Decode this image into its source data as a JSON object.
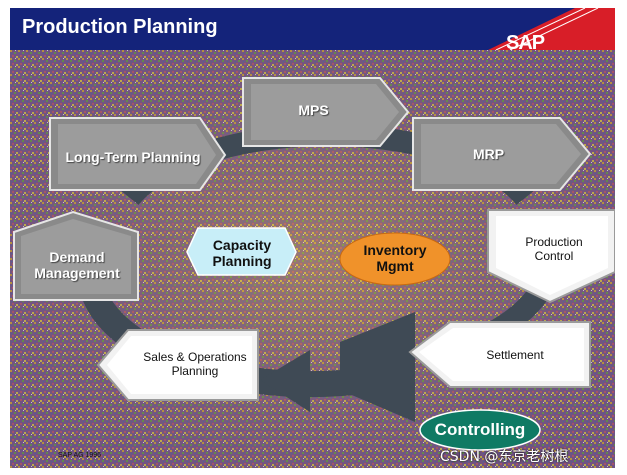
{
  "header": {
    "title": "Production Planning",
    "logo_text": "SAP"
  },
  "nodes": {
    "long_term": "Long-Term Planning",
    "mps": "MPS",
    "mrp": "MRP",
    "demand": "Demand Management",
    "capacity": "Capacity Planning",
    "inventory": "Inventory Mgmt",
    "production_control": "Production Control",
    "sales_ops": "Sales & Operations Planning",
    "settlement": "Settlement",
    "controlling": "Controlling"
  },
  "footer": {
    "copyright": "SAP AG 1996",
    "watermark": "CSDN @东京老树根"
  },
  "colors": {
    "header_bg": "#14237a",
    "logo_red": "#d81e28",
    "gray_box": "#8a8a8a",
    "white_box": "#f2f2f2",
    "capacity_fill": "#c8eef8",
    "inventory_fill": "#f0922a",
    "controlling_fill": "#0f7a64",
    "flow_arrow": "#3f4a55"
  }
}
